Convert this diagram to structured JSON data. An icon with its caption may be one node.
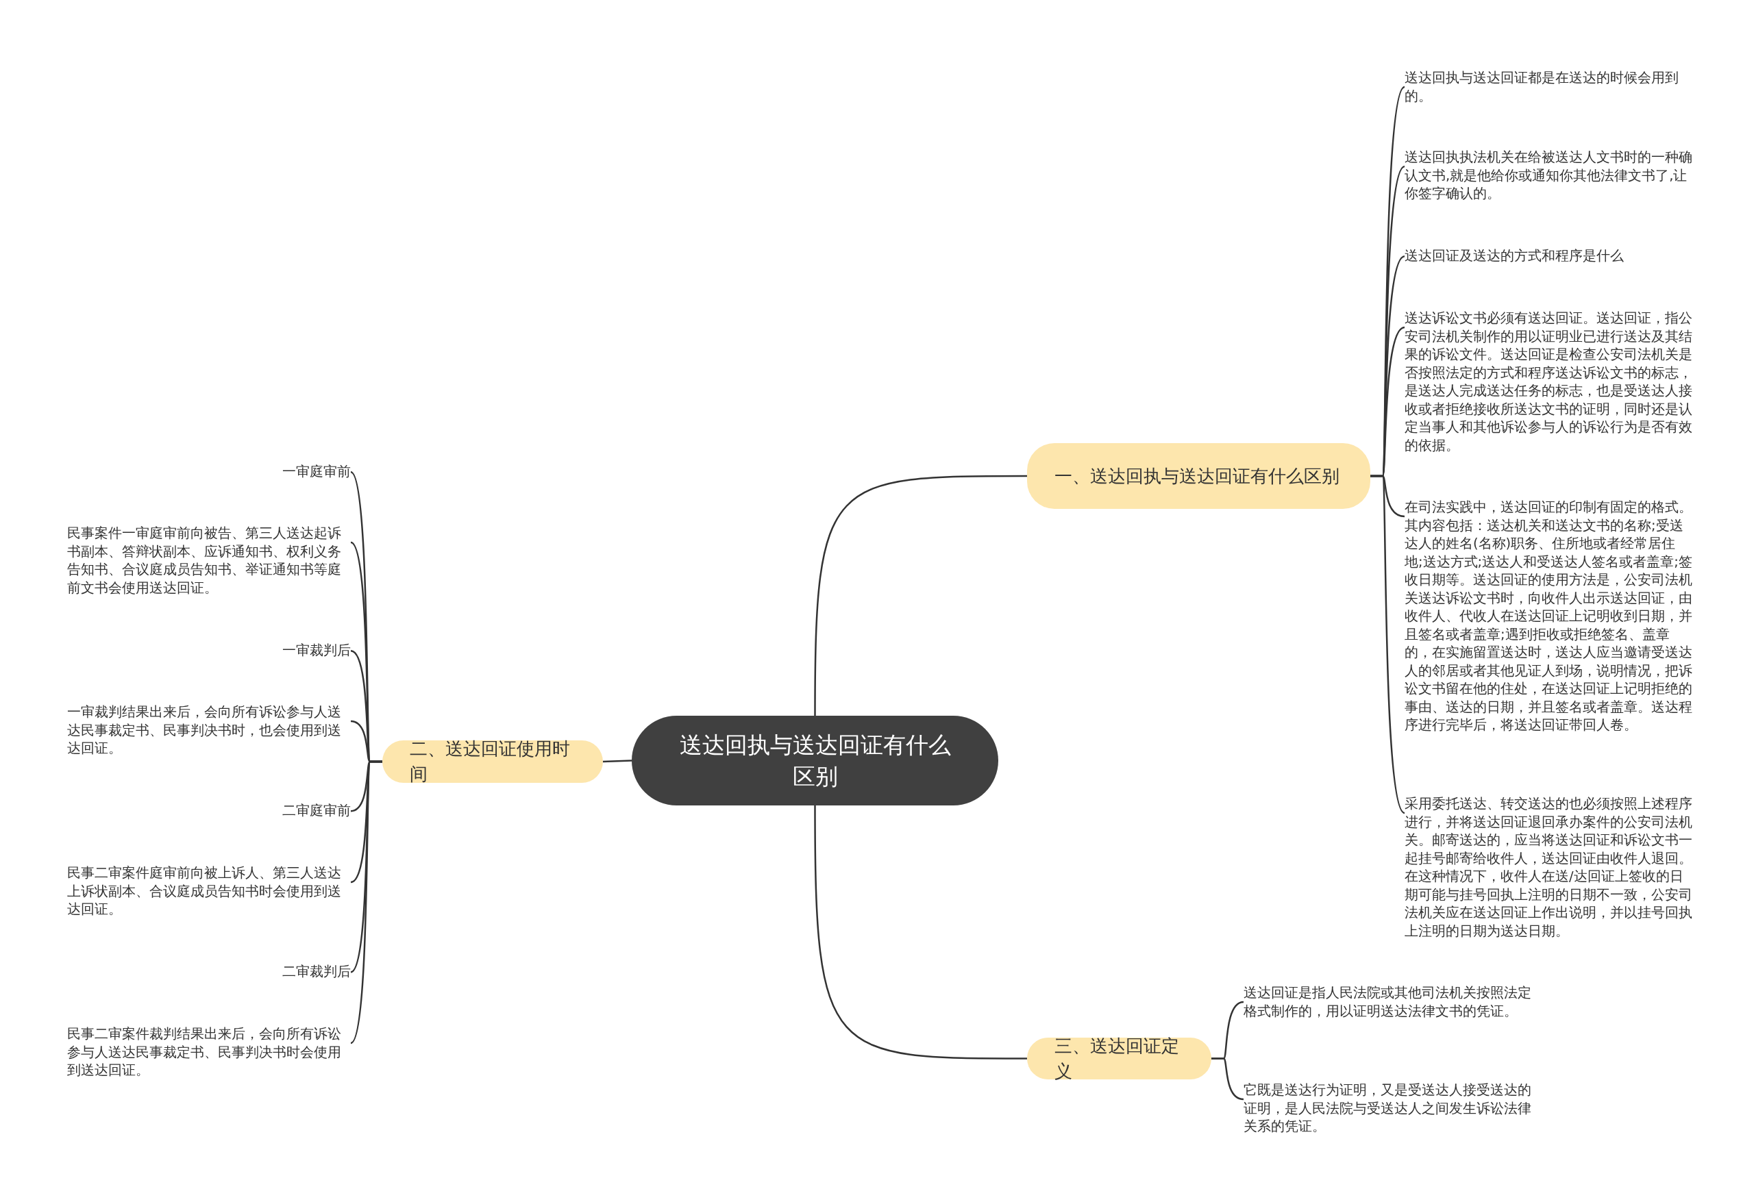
{
  "diagram": {
    "nodes": [
      {
        "text": [
          "送达回执与送达回证有什么区别"
        ]
      },
      {
        "text": [
          "一、送达回执与送达回证有什么区别"
        ]
      },
      {
        "text": [
          "送达回执与送达回证都是在送达的时候会用到的。"
        ]
      },
      {
        "text": [
          "送达回执执法机关在给被送达人文书时的一种确认文书,就是他给你或通知你其他法律文书了,让你签字确认的。"
        ]
      },
      {
        "text": [
          "送达回证及送达的方式和程序是什么"
        ]
      },
      {
        "text": [
          "送达诉讼文书必须有送达回证。送达回证，指公安司法机关制作的用以证明业已进行送达及其结果的诉讼文件。送达回证是检查公安司法机关是否按照法定的方式和程序送达诉讼文书的标志，是送达人完成送达任务的标志，也是受送达人接收或者拒绝接收所送达文书的证明，同时还是认定当事人和其他诉讼参与人的诉讼行为是否有效的依据。"
        ]
      },
      {
        "text": [
          "在司法实践中，送达回证的印制有固定的格式。其内容包括：送达机关和送达文书的名称;受送达人的姓名(名称)职务、住所地或者经常居住地;送达方式;送达人和受送达人签名或者盖章;签收日期等。送达回证的使用方法是，公安司法机关送达诉讼文书时，向收件人出示送达回证，由收件人、代收人在送达回证上记明收到日期，并且签名或者盖章;遇到拒收或拒绝签名、盖章的，在实施留置送达时，送达人应当邀请受送达人的邻居或者其他见证人到场，说明情况，把诉讼文书留在他的住处，在送达回证上记明拒绝的事由、送达的日期，并且签名或者盖章。送达程序进行完毕后，将送达回证带回人卷。"
        ]
      },
      {
        "text": [
          "采用委托送达、转交送达的也必须按照上述程序进行，并将送达回证退回承办案件的公安司法机关。邮寄送达的，应当将送达回证和诉讼文书一起挂号邮寄给收件人，送达回证由收件人退回。在这种情况下，收件人在送/达回证上签收的日期可能与挂号回执上注明的日期不一致，公安司法机关应在送达回证上作出说明，并以挂号回执上注明的日期为送达日期。"
        ]
      },
      {
        "text": [
          "二、送达回证使用时间"
        ]
      },
      {
        "text": [
          "一审庭审前"
        ]
      },
      {
        "text": [
          "民事案件一审庭审前向被告、第三人送达起诉书副本、答辩状副本、应诉通知书、权利义务告知书、合议庭成员告知书、举证通知书等庭前文书会使用送达回证。"
        ]
      },
      {
        "text": [
          "一审裁判后"
        ]
      },
      {
        "text": [
          "一审裁判结果出来后，会向所有诉讼参与人送达民事裁定书、民事判决书时，也会使用到送达回证。"
        ]
      },
      {
        "text": [
          "二审庭审前"
        ]
      },
      {
        "text": [
          "民事二审案件庭审前向被上诉人、第三人送达上诉状副本、合议庭成员告知书时会使用到送达回证。"
        ]
      },
      {
        "text": [
          "二审裁判后"
        ]
      },
      {
        "text": [
          "民事二审案件裁判结果出来后，会向所有诉讼参与人送达民事裁定书、民事判决书时会使用到送达回证。"
        ]
      },
      {
        "text": [
          "三、送达回证定义"
        ]
      },
      {
        "text": [
          "送达回证是指人民法院或其他司法机关按照法定格式制作的，用以证明送达法律文书的凭证。"
        ]
      },
      {
        "text": [
          "它既是送达行为证明，又是受送达人接受送达的证明，是人民法院与受送达人之间发生诉讼法律关系的凭证。"
        ]
      }
    ],
    "edges": [
      {
        "from": 0,
        "to": 1,
        "arrow": "none"
      },
      {
        "from": 1,
        "to": 2,
        "arrow": "none"
      },
      {
        "from": 1,
        "to": 3,
        "arrow": "none"
      },
      {
        "from": 1,
        "to": 4,
        "arrow": "none"
      },
      {
        "from": 1,
        "to": 5,
        "arrow": "none"
      },
      {
        "from": 1,
        "to": 6,
        "arrow": "none"
      },
      {
        "from": 1,
        "to": 7,
        "arrow": "none"
      },
      {
        "from": 0,
        "to": 8,
        "arrow": "none"
      },
      {
        "from": 8,
        "to": 9,
        "arrow": "none"
      },
      {
        "from": 8,
        "to": 10,
        "arrow": "none"
      },
      {
        "from": 8,
        "to": 11,
        "arrow": "none"
      },
      {
        "from": 8,
        "to": 12,
        "arrow": "none"
      },
      {
        "from": 8,
        "to": 13,
        "arrow": "none"
      },
      {
        "from": 8,
        "to": 14,
        "arrow": "none"
      },
      {
        "from": 8,
        "to": 15,
        "arrow": "none"
      },
      {
        "from": 8,
        "to": 16,
        "arrow": "none"
      },
      {
        "from": 0,
        "to": 17,
        "arrow": "none"
      },
      {
        "from": 17,
        "to": 18,
        "arrow": "none"
      },
      {
        "from": 17,
        "to": 19,
        "arrow": "none"
      }
    ]
  }
}
